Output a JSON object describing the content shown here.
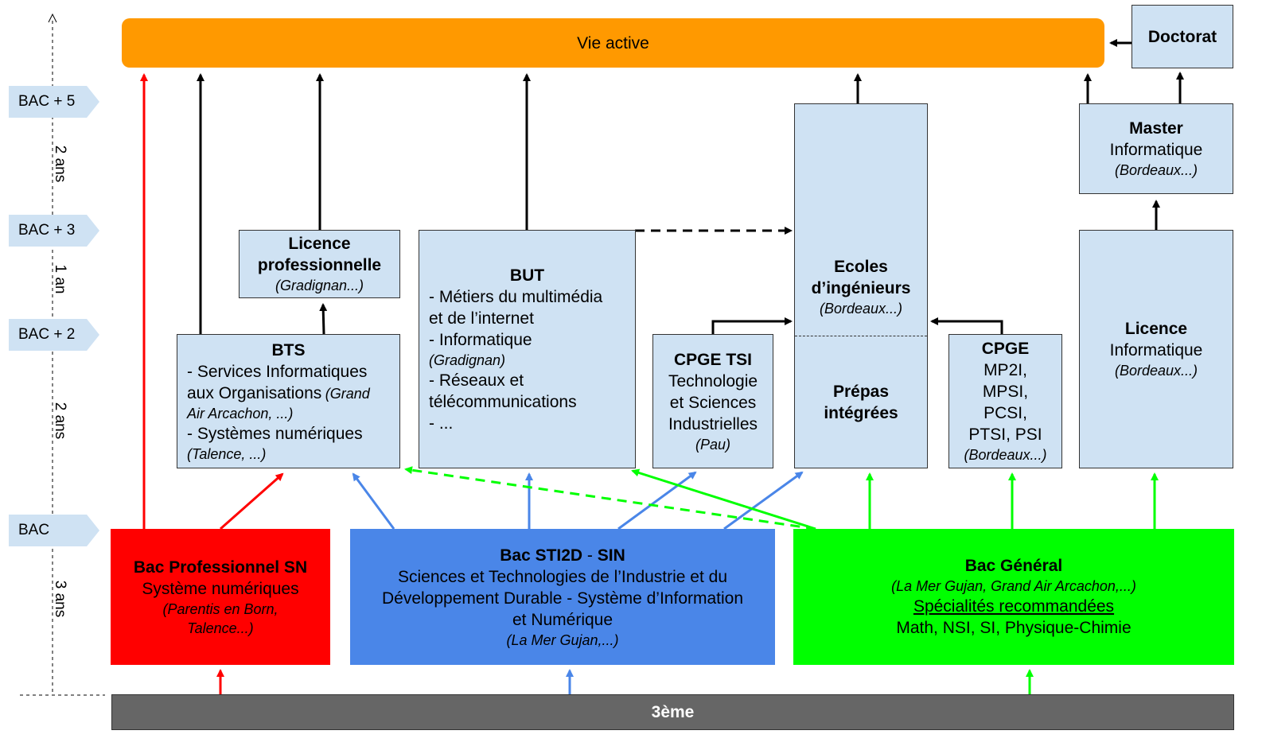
{
  "levels": {
    "bac5": "BAC + 5",
    "bac3": "BAC + 3",
    "bac2": "BAC + 2",
    "bac": "BAC"
  },
  "durations": {
    "d_bac3_bac5": "2 ans",
    "d_bac2_bac3": "1 an",
    "d_bac_bac2": "2 ans",
    "d_3eme_bac": "3 ans"
  },
  "vie_active": "Vie active",
  "doctorat": "Doctorat",
  "master": {
    "title": "Master",
    "subtitle": "Informatique",
    "place": "(Bordeaux...)"
  },
  "licence_info": {
    "title": "Licence",
    "subtitle": "Informatique",
    "place": "(Bordeaux...)"
  },
  "licence_pro": {
    "title1": "Licence",
    "title2": "professionnelle",
    "place": "(Gradignan...)"
  },
  "but": {
    "title": "BUT",
    "l1": "- Métiers du multimédia",
    "l2": "et de l’internet",
    "l3": "- Informatique",
    "l3_place": "(Gradignan)",
    "l4": "- Réseaux et",
    "l5": "télécommunications",
    "l6": "- ..."
  },
  "bts": {
    "title": "BTS",
    "l1": "- Services Informatiques",
    "l2": "aux Organisations",
    "l2_place": "(Grand",
    "l3_place": "Air Arcachon, ...)",
    "l4": "- Systèmes numériques",
    "l5_place": "(Talence, ...)"
  },
  "cpge_tsi": {
    "title": "CPGE TSI",
    "l1": "Technologie",
    "l2": "et Sciences",
    "l3": "Industrielles",
    "place": "(Pau)"
  },
  "ecoles": {
    "title1": "Ecoles",
    "title2": "d’ingénieurs",
    "place": "(Bordeaux...)",
    "prepas1": "Prépas",
    "prepas2": "intégrées"
  },
  "cpge": {
    "title": "CPGE",
    "l1": "MP2I,",
    "l2": "MPSI,",
    "l3": "PCSI,",
    "l4": "PTSI, PSI",
    "place": "(Bordeaux...)"
  },
  "bac_pro": {
    "title": "Bac Professionnel SN",
    "subtitle": "Système numériques",
    "place1": "(Parentis en Born,",
    "place2": "Talence...)"
  },
  "bac_sti2d": {
    "title1": "Bac STI2D",
    "title_sep": " - ",
    "title2": "SIN",
    "l1": "Sciences et Technologies de l’Industrie et du",
    "l2": "Développement Durable - Système d’Information",
    "l3": "et Numérique",
    "place": "(La Mer Gujan,...)"
  },
  "bac_general": {
    "title": "Bac Général",
    "place": "(La Mer Gujan, Grand Air Arcachon,...)",
    "spec_label": "Spécialités recommandées",
    "spec": "Math, NSI, SI, Physique-Chimie"
  },
  "troisieme": "3ème",
  "colors": {
    "orange": "#ff9900",
    "light_blue": "#cfe2f3",
    "red": "#ff0000",
    "blue": "#4a86e8",
    "green": "#00ff00",
    "gray": "#666666"
  }
}
